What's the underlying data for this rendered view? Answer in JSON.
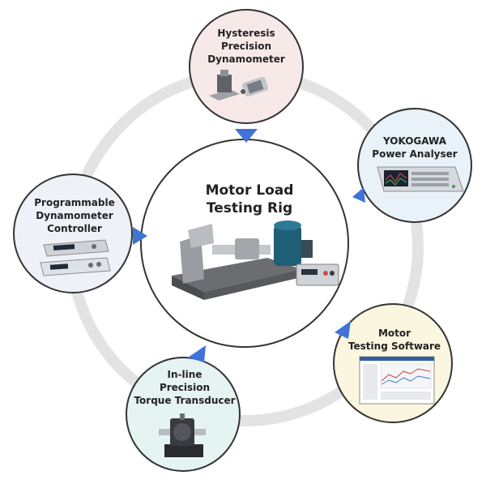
{
  "center": {
    "title_line1": "Motor Load",
    "title_line2": "Testing Rig"
  },
  "nodes": {
    "hysteresis": {
      "line1": "Hysteresis",
      "line2": "Precision",
      "line3": "Dynamometer",
      "fill": "#f8e9e9"
    },
    "yokogawa": {
      "line1": "YOKOGAWA",
      "line2": "Power Analyser",
      "fill": "#e8f2f8"
    },
    "software": {
      "line1": "Motor",
      "line2": "Testing Software",
      "fill": "#fbf6df"
    },
    "transducer": {
      "line1": "In-line",
      "line2": "Precision",
      "line3": "Torque Transducer",
      "fill": "#e6f3f3"
    },
    "controller": {
      "line1": "Programmable",
      "line2": "Dynamometer",
      "line3": "Controller",
      "fill": "#eef1f8"
    }
  },
  "colors": {
    "ring": "#e3e3e3",
    "arrow": "#3f73d6",
    "node_stroke": "#343434"
  },
  "icons": {
    "center": "motor-test-rig-icon",
    "hysteresis": "dynamometer-icon",
    "yokogawa": "power-analyser-icon",
    "software": "software-window-icon",
    "transducer": "torque-transducer-icon",
    "controller": "controller-rack-icon"
  }
}
